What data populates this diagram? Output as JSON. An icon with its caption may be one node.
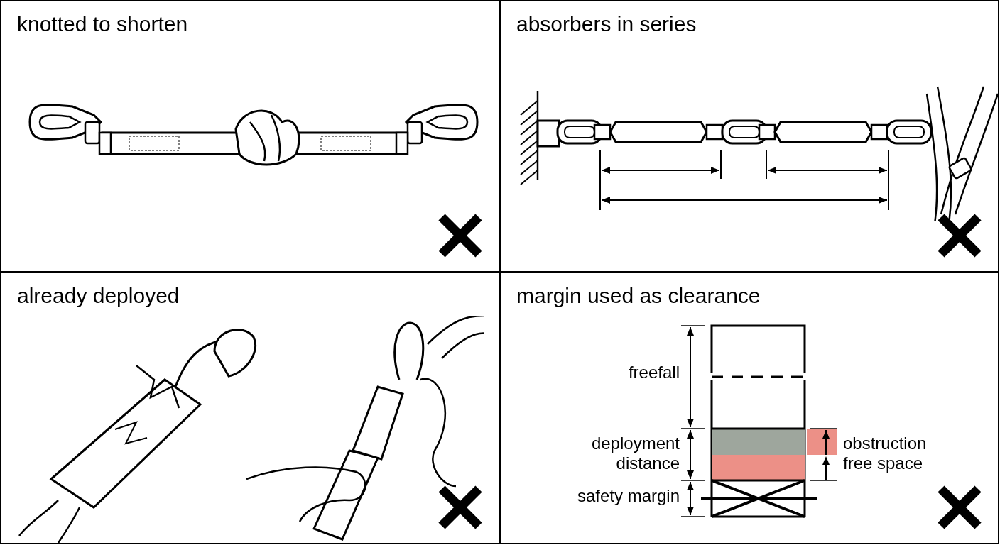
{
  "diagram": {
    "nodes": [
      {
        "text": [
          "knotted to shorten"
        ]
      },
      {
        "text": [
          "absorbers in series"
        ]
      },
      {
        "text": [
          "already deployed"
        ]
      },
      {
        "text": [
          "margin used as clearance"
        ]
      }
    ],
    "labels": [
      "freefall",
      "deployment distance",
      "obstruction free space",
      "safety margin"
    ]
  }
}
